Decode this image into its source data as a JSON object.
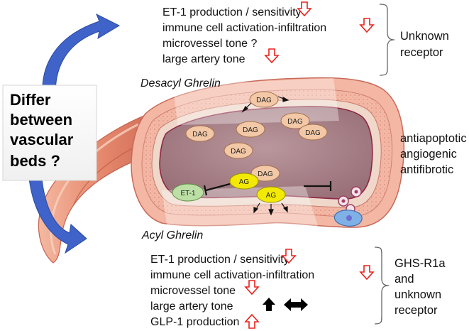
{
  "question_box": {
    "lines": [
      "Differ",
      "between",
      "vascular",
      "beds ?"
    ]
  },
  "desacyl": {
    "title": "Desacyl Ghrelin",
    "effects": [
      "ET-1 production / sensitivity",
      "immune cell activation-infiltration",
      "microvessel tone ?",
      "large artery tone"
    ],
    "receptor_lines": [
      "Unknown",
      "receptor"
    ]
  },
  "right_effects": [
    "antiapoptotic",
    "angiogenic",
    "antifibrotic"
  ],
  "vessel_labels": {
    "dag": "DAG",
    "ag": "AG",
    "et1": "ET-1"
  },
  "acyl": {
    "title": "Acyl Ghrelin",
    "effects": [
      "ET-1 production / sensitivity",
      "immune cell activation-infiltration",
      "microvessel tone",
      "large artery tone",
      "GLP-1 production"
    ],
    "receptor_lines": [
      "GHS-R1a",
      "and",
      "unknown",
      "receptor"
    ]
  },
  "colors": {
    "down_arrow": "#e8231d",
    "up_arrow": "#e8231d",
    "blue_arrow": "#3f63c9",
    "ag_fill": "#f2ea05",
    "dag_fill": "#f2c8a6",
    "et1_fill": "#bcdfa6",
    "lumen": "#a9848c",
    "muscle": "#eda89a"
  },
  "icons": [
    "curved-blue-arrow-icon",
    "down-hollow-arrow-icon",
    "up-hollow-arrow-icon",
    "up-solid-arrow-icon",
    "double-headed-arrow-icon",
    "inhibition-bar-icon"
  ]
}
